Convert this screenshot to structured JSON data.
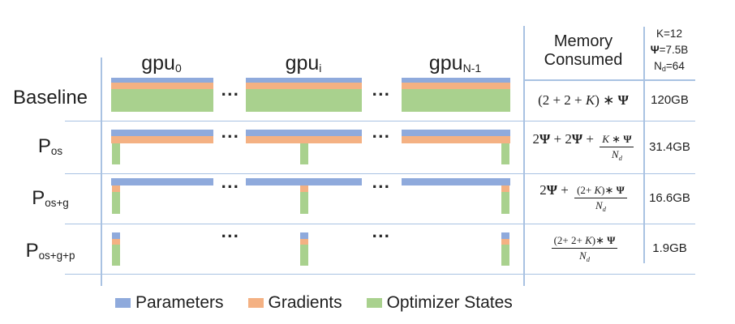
{
  "figure": {
    "title_hidden": "",
    "ellipsis": "...",
    "gpu_columns": [
      {
        "base": "gpu",
        "sub": "0"
      },
      {
        "base": "gpu",
        "sub": "i"
      },
      {
        "base": "gpu",
        "sub": "N-1"
      }
    ],
    "memory_header": {
      "line1": "Memory",
      "line2": "Consumed"
    },
    "constants": [
      [
        {
          "t": "plain",
          "v": "K=12"
        }
      ],
      [
        {
          "t": "b",
          "v": "Ψ"
        },
        {
          "t": "plain",
          "v": "=7.5B"
        }
      ],
      [
        {
          "t": "plain",
          "v": "N"
        },
        {
          "t": "sub",
          "v": "d"
        },
        {
          "t": "plain",
          "v": "=64"
        }
      ]
    ],
    "rows": [
      {
        "id": "baseline",
        "label": {
          "base": "Baseline",
          "sub": ""
        },
        "bar_type": "full_stack",
        "partitioned": [],
        "memory_value": "120GB",
        "formula_tokens": [
          {
            "t": "plain",
            "v": "(2 + 2 + "
          },
          {
            "t": "it",
            "v": "K"
          },
          {
            "t": "plain",
            "v": ") ∗ "
          },
          {
            "t": "b",
            "v": "Ψ"
          }
        ]
      },
      {
        "id": "p-os",
        "label": {
          "base": "P",
          "sub": "os"
        },
        "bar_type": "optimizer_partitioned",
        "partitioned": [
          "optimizer_states"
        ],
        "memory_value": "31.4GB",
        "formula_tokens": [
          {
            "t": "plain",
            "v": "2"
          },
          {
            "t": "b",
            "v": "Ψ"
          },
          {
            "t": "plain",
            "v": " + 2"
          },
          {
            "t": "b",
            "v": "Ψ"
          },
          {
            "t": "plain",
            "v": " + "
          },
          {
            "t": "frac",
            "num": [
              {
                "t": "it",
                "v": "K"
              },
              {
                "t": "plain",
                "v": " ∗ "
              },
              {
                "t": "b",
                "v": "Ψ"
              }
            ],
            "den": [
              {
                "t": "it",
                "v": "N"
              },
              {
                "t": "sub",
                "v": "d"
              }
            ]
          }
        ]
      },
      {
        "id": "p-os-g",
        "label": {
          "base": "P",
          "sub": "os+g"
        },
        "bar_type": "optimizer_gradients_partitioned",
        "partitioned": [
          "optimizer_states",
          "gradients"
        ],
        "memory_value": "16.6GB",
        "formula_tokens": [
          {
            "t": "plain",
            "v": "2"
          },
          {
            "t": "b",
            "v": "Ψ"
          },
          {
            "t": "plain",
            "v": " + "
          },
          {
            "t": "frac",
            "num": [
              {
                "t": "plain",
                "v": "(2+ "
              },
              {
                "t": "it",
                "v": "K"
              },
              {
                "t": "plain",
                "v": ")∗ "
              },
              {
                "t": "b",
                "v": "Ψ"
              }
            ],
            "den": [
              {
                "t": "it",
                "v": "N"
              },
              {
                "t": "sub",
                "v": "d"
              }
            ]
          }
        ]
      },
      {
        "id": "p-os-g-p",
        "label": {
          "base": "P",
          "sub": "os+g+p"
        },
        "bar_type": "all_partitioned",
        "partitioned": [
          "optimizer_states",
          "gradients",
          "parameters"
        ],
        "memory_value": "1.9GB",
        "formula_tokens": [
          {
            "t": "frac",
            "num": [
              {
                "t": "plain",
                "v": "(2+ 2+ "
              },
              {
                "t": "it",
                "v": "K"
              },
              {
                "t": "plain",
                "v": ")∗ "
              },
              {
                "t": "b",
                "v": "Ψ"
              }
            ],
            "den": [
              {
                "t": "it",
                "v": "N"
              },
              {
                "t": "sub",
                "v": "d"
              }
            ]
          }
        ]
      }
    ],
    "legend": [
      {
        "label": "Parameters",
        "color": "#8FAADC"
      },
      {
        "label": "Gradients",
        "color": "#F4B183"
      },
      {
        "label": "Optimizer States",
        "color": "#A9D18E"
      }
    ],
    "colors": {
      "parameters": "#8FAADC",
      "gradients": "#F4B183",
      "optimizer_states": "#A9D18E",
      "grid_line": "#A9C2E2",
      "text": "#1F1F1F"
    }
  }
}
